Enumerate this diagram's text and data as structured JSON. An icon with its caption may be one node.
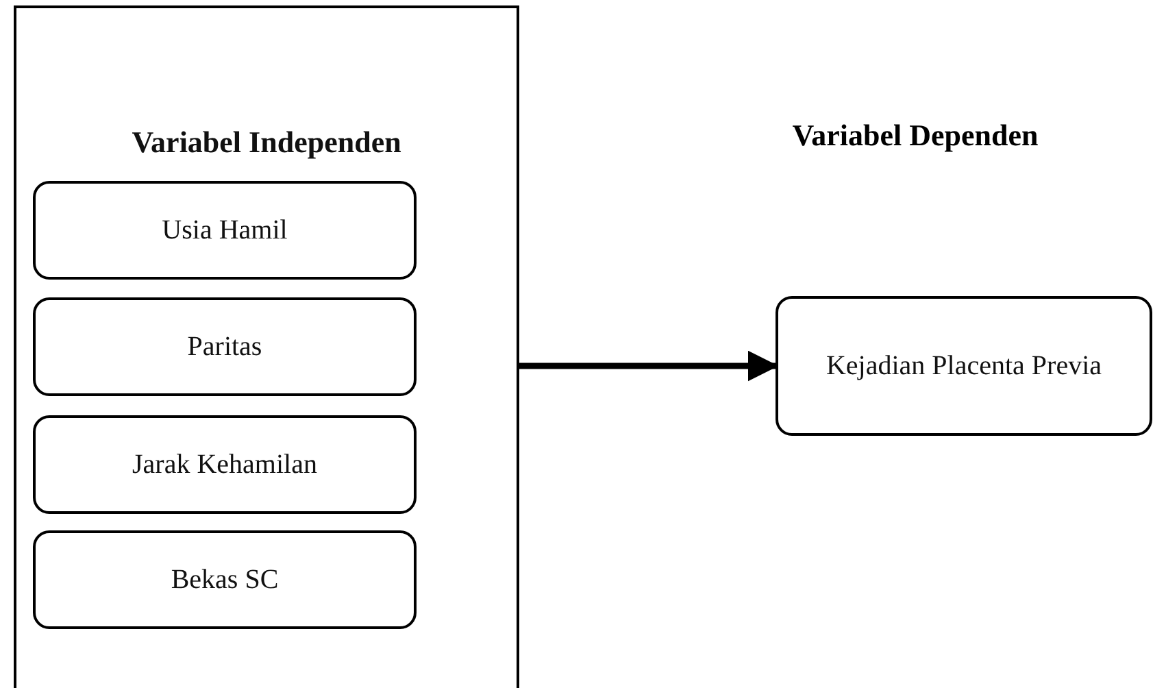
{
  "diagram": {
    "nodes": [
      {
        "text": [
          "Variabel Independen"
        ]
      },
      {
        "text": [
          "Usia Hamil"
        ],
        "in": 0
      },
      {
        "text": [
          "Paritas"
        ],
        "in": 0
      },
      {
        "text": [
          "Jarak Kehamilan"
        ],
        "in": 0
      },
      {
        "text": [
          "Bekas SC"
        ],
        "in": 0
      },
      {
        "text": [
          "Kejadian Placenta Previa"
        ]
      }
    ],
    "edges": [
      {
        "from": 0,
        "to": 5,
        "arrow": "to"
      }
    ],
    "labels": [
      "Variabel Dependen"
    ]
  }
}
